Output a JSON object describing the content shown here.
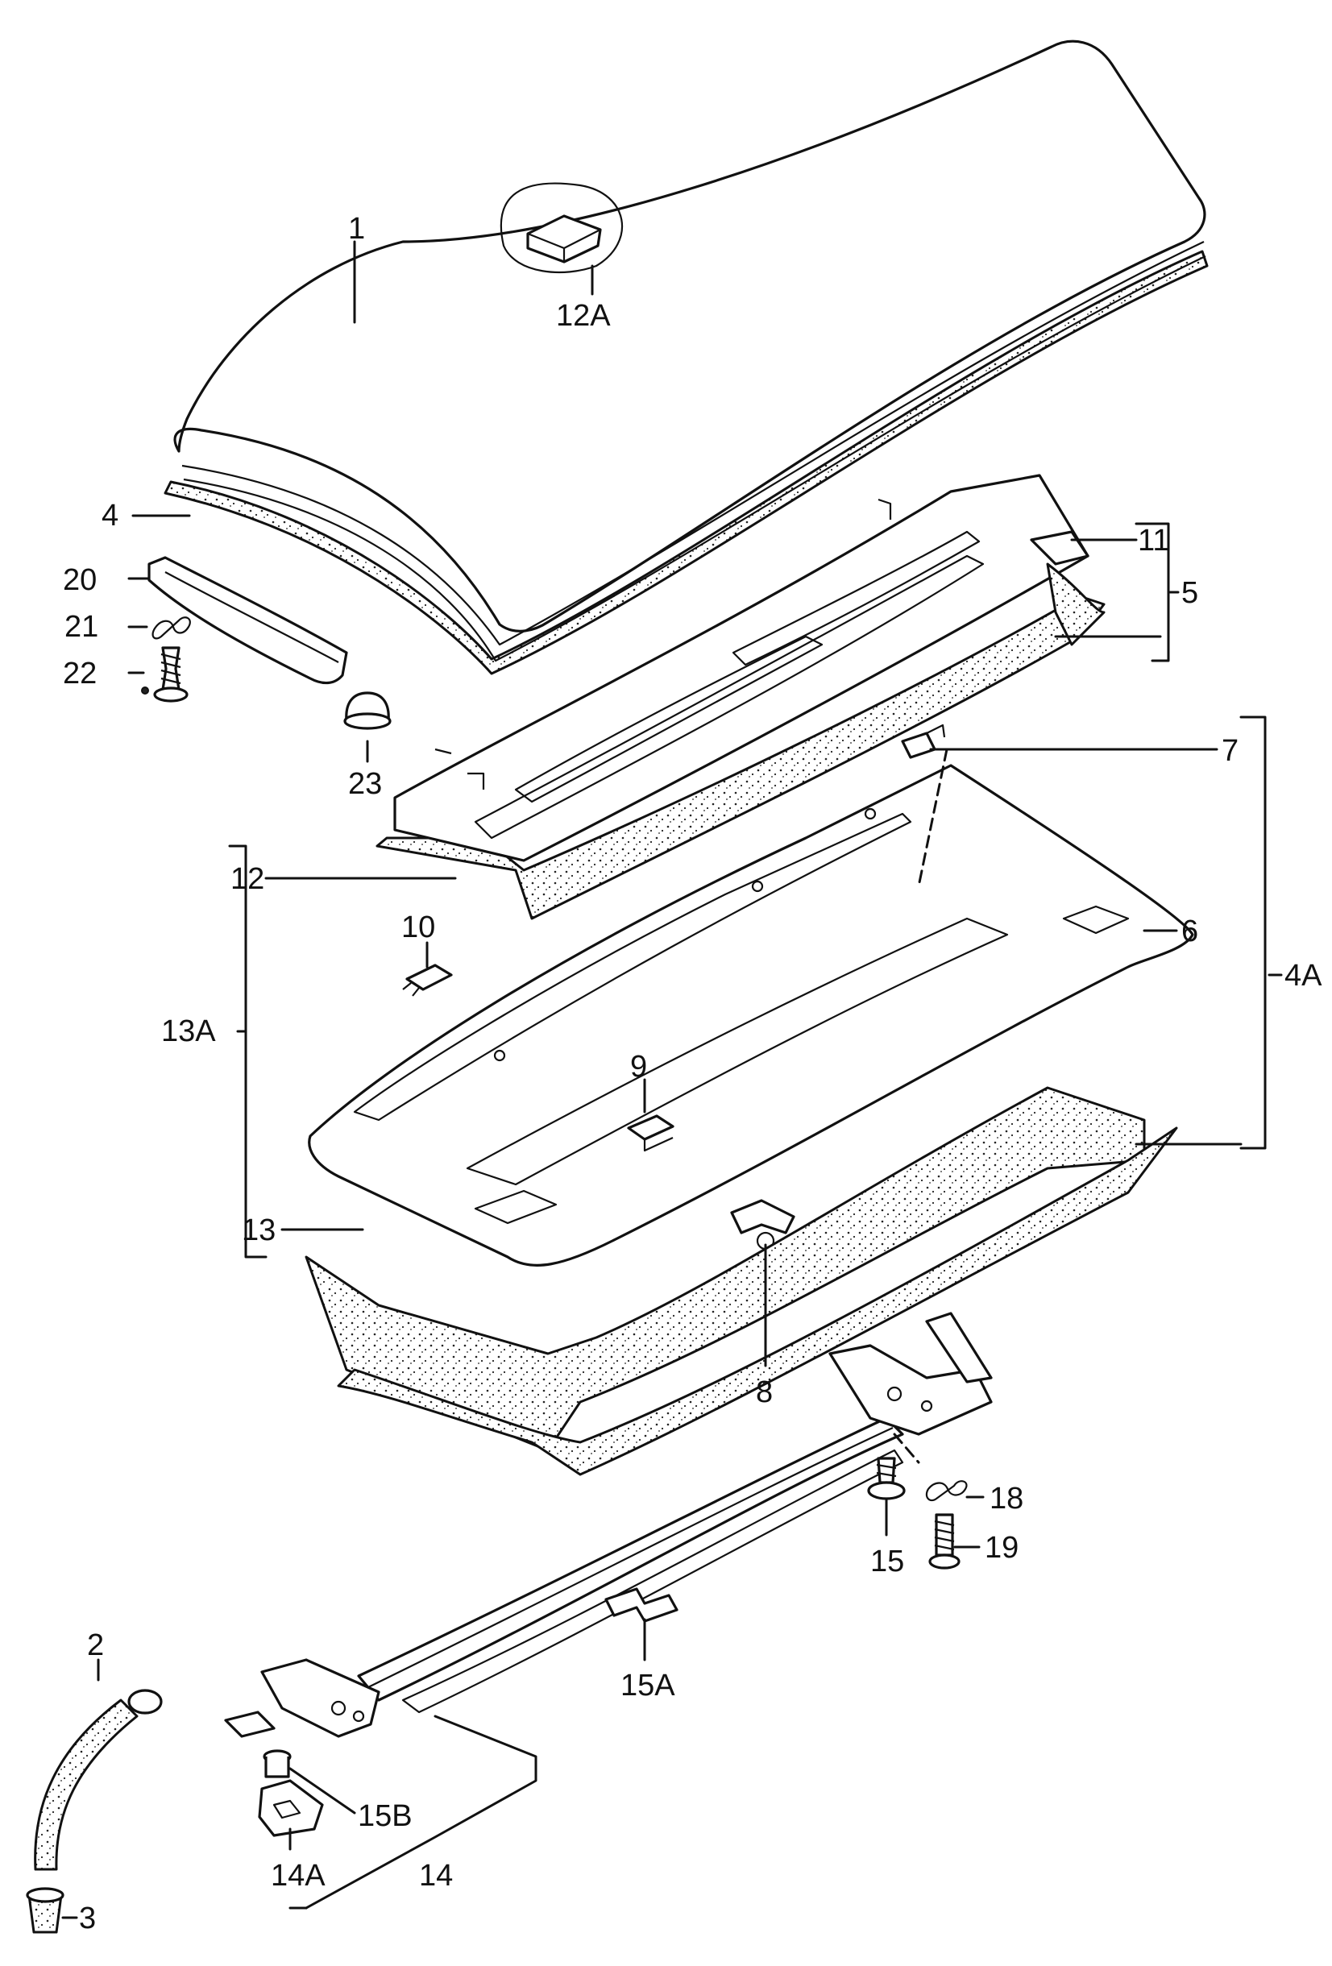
{
  "labels": {
    "l1": "1",
    "l12a": "12A",
    "l4": "4",
    "l20": "20",
    "l21": "21",
    "l22": "22",
    "l23": "23",
    "l11": "11",
    "l5": "5",
    "l7": "7",
    "l12": "12",
    "l10": "10",
    "l6": "6",
    "l13a": "13A",
    "l4a": "4A",
    "l9": "9",
    "l13": "13",
    "l8": "8",
    "l18": "18",
    "l15": "15",
    "l19": "19",
    "l15a": "15A",
    "l2": "2",
    "l15b": "15B",
    "l14a": "14A",
    "l14": "14",
    "l3": "3"
  }
}
